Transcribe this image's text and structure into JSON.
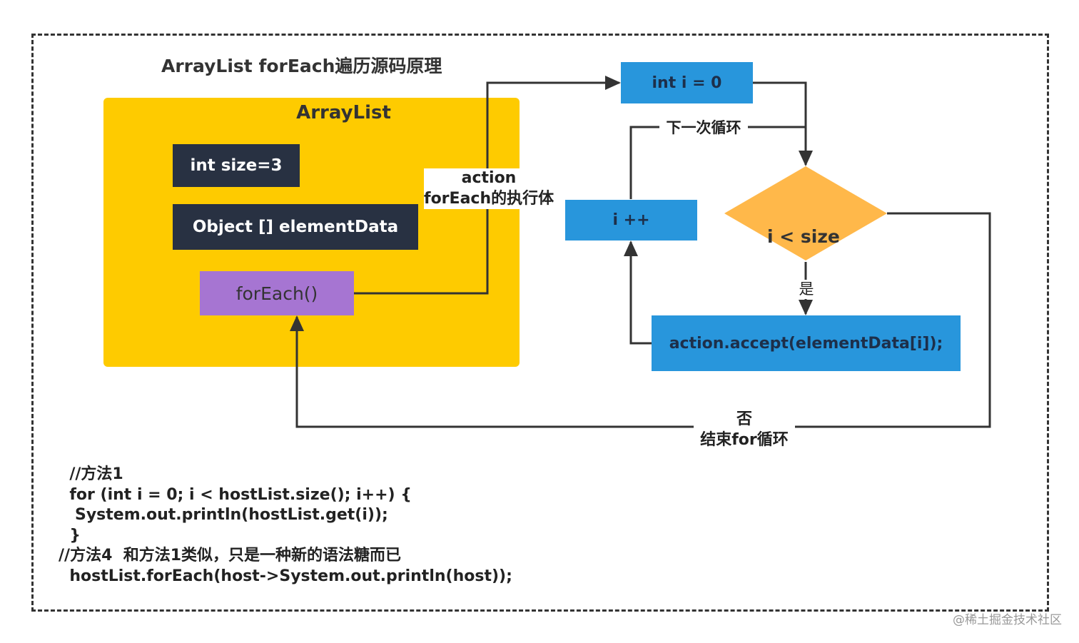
{
  "title": "ArrayList forEach遍历源码原理",
  "arraylist": {
    "label": "ArrayList",
    "size_field": "int size=3",
    "data_field": "Object [] elementData",
    "method": "forEach()"
  },
  "flow": {
    "init": "int i = 0",
    "condition": "i < size",
    "increment": "i ++",
    "body": "action.accept(elementData[i]);"
  },
  "labels": {
    "action_line1": "action",
    "action_line2": "forEach的执行体",
    "next_loop": "下一次循环",
    "yes": "是",
    "no_line1": "否",
    "no_line2": "结束for循环"
  },
  "code_lines": [
    "  //方法1",
    "  for (int i = 0; i < hostList.size(); i++) {",
    "   System.out.println(hostList.get(i));",
    "  }",
    "//方法4  和方法1类似，只是一种新的语法糖而已",
    "  hostList.forEach(host->System.out.println(host));"
  ],
  "watermark": "@稀土掘金技术社区",
  "colors": {
    "container": "#fecb00",
    "dark_box": "#283142",
    "blue_box": "#2896dc",
    "purple_box": "#a675d2",
    "decision": "#ffb84a"
  }
}
